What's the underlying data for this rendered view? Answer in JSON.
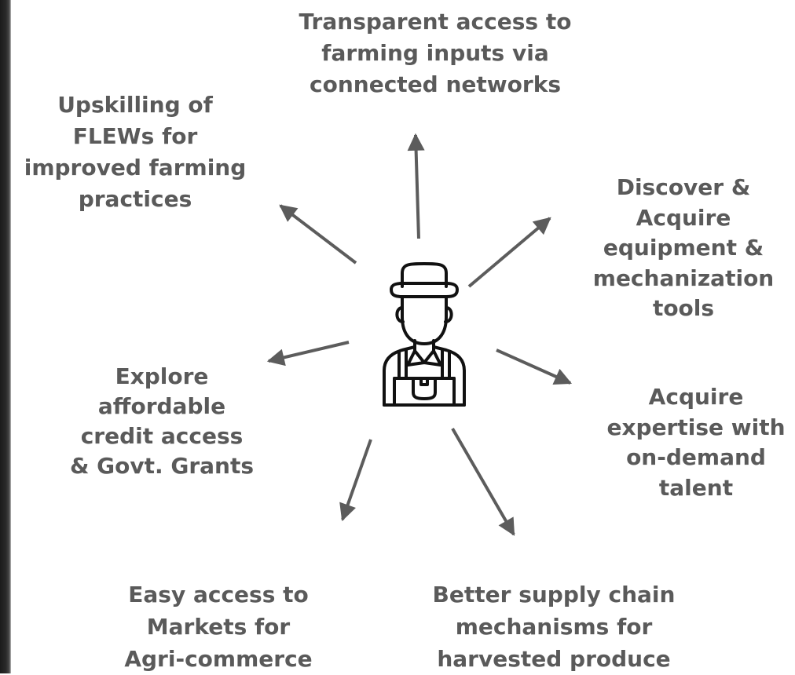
{
  "center": {
    "icon": "farmer-icon"
  },
  "labels": {
    "top": "Transparent access to\nfarming inputs via\nconnected networks",
    "upper_left": "Upskilling of\nFLEWs for\nimproved farming\npractices",
    "upper_right": "Discover &\nAcquire\nequipment &\nmechanization\ntools",
    "right": "Acquire\nexpertise with\non-demand\ntalent",
    "left": "Explore\naffordable\ncredit access\n& Govt. Grants",
    "bottom_left": "Easy access to\nMarkets for\nAgri-commerce",
    "bottom_right": "Better supply chain\nmechanisms for\nharvested produce"
  },
  "colors": {
    "text": "#5a5a5a",
    "arrow": "#5c5c5c",
    "icon_stroke": "#111111"
  }
}
